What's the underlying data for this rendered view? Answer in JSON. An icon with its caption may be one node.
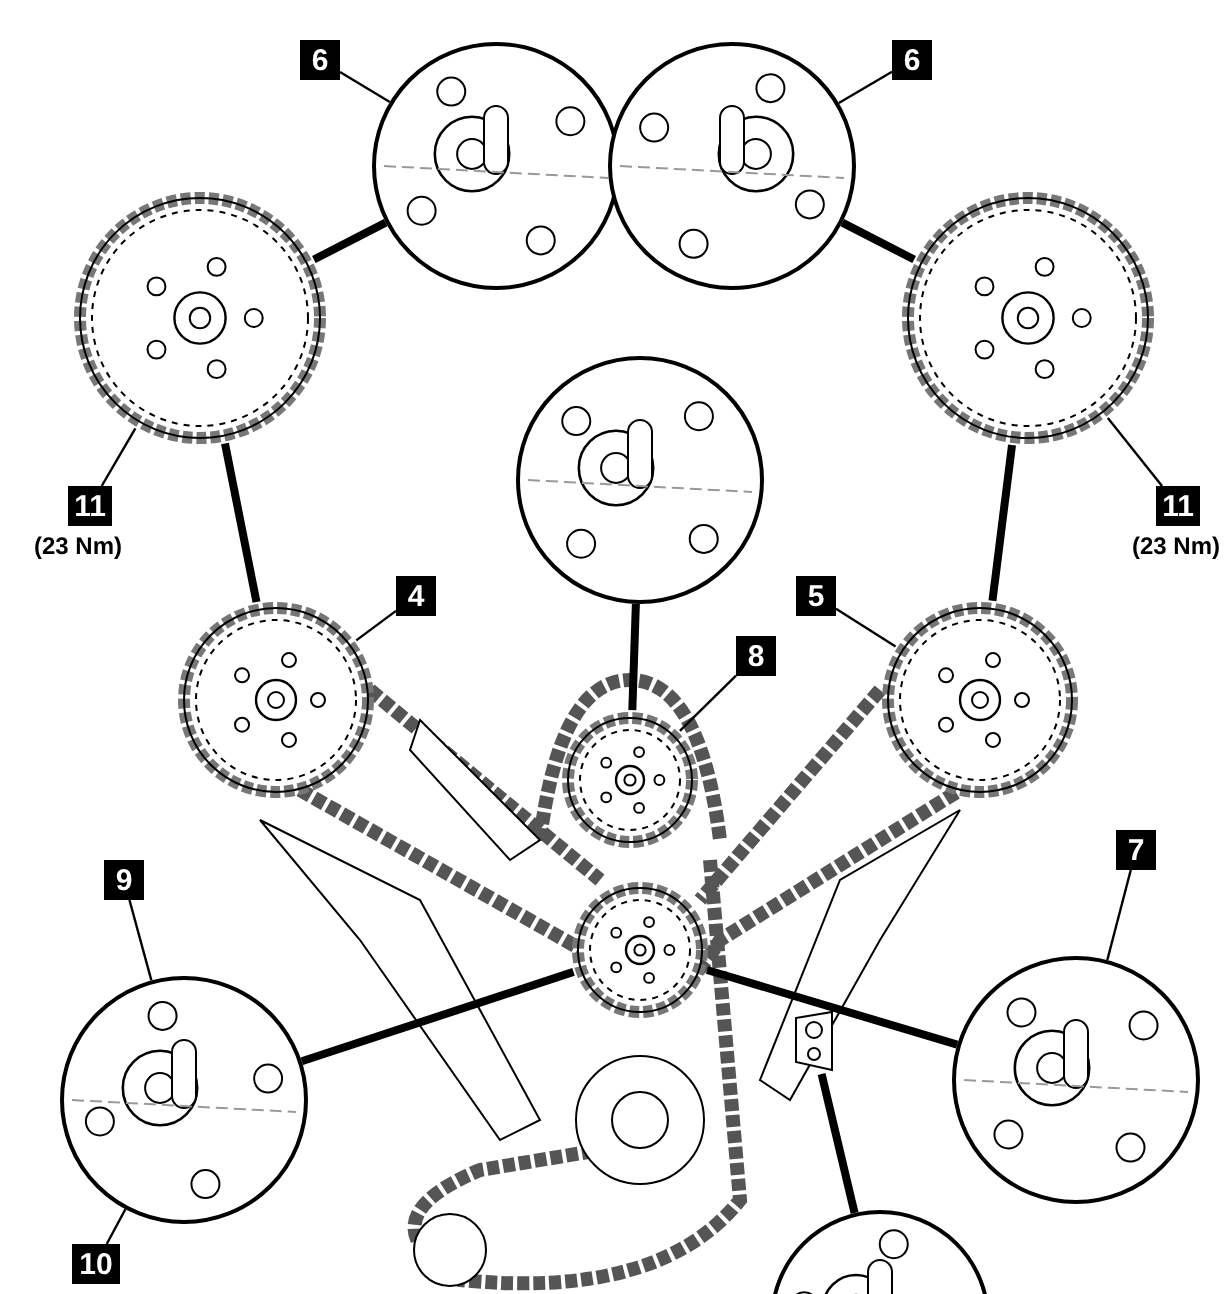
{
  "diagram": {
    "nodes": [
      {
        "text": [
          "6"
        ]
      },
      {
        "text": [
          "6"
        ]
      },
      {
        "text": [],
        "shape": "picture"
      },
      {
        "text": [],
        "shape": "picture"
      },
      {
        "text": [],
        "shape": "picture"
      },
      {
        "text": [],
        "shape": "picture"
      },
      {
        "text": [
          "11"
        ],
        "beside": [
          "(23 Nm)"
        ]
      },
      {
        "text": [
          "11"
        ],
        "beside": [
          "(23 Nm)"
        ]
      },
      {
        "text": [],
        "shape": "picture"
      },
      {
        "text": [
          "4"
        ]
      },
      {
        "text": [
          "5"
        ]
      },
      {
        "text": [],
        "shape": "picture"
      },
      {
        "text": [],
        "shape": "picture"
      },
      {
        "text": [
          "8"
        ]
      },
      {
        "text": [],
        "shape": "picture"
      },
      {
        "text": [
          "7"
        ]
      },
      {
        "text": [],
        "shape": "picture"
      },
      {
        "text": [
          "9"
        ]
      },
      {
        "text": [],
        "shape": "picture"
      },
      {
        "text": [
          "10"
        ]
      },
      {
        "text": [],
        "shape": "picture"
      },
      {
        "text": [],
        "shape": "picture"
      },
      {
        "text": [],
        "shape": "picture"
      }
    ],
    "edges": [
      {
        "from": 0,
        "to": 2,
        "arrow": "none"
      },
      {
        "from": 1,
        "to": 3,
        "arrow": "none"
      },
      {
        "from": 2,
        "to": 4,
        "arrow": "none",
        "style": "thick"
      },
      {
        "from": 3,
        "to": 5,
        "arrow": "none",
        "style": "thick"
      },
      {
        "from": 6,
        "to": 4,
        "arrow": "none"
      },
      {
        "from": 7,
        "to": 5,
        "arrow": "none"
      },
      {
        "from": 4,
        "to": 11,
        "arrow": "none",
        "style": "thick"
      },
      {
        "from": 5,
        "to": 12,
        "arrow": "none",
        "style": "thick"
      },
      {
        "from": 9,
        "to": 11,
        "arrow": "none"
      },
      {
        "from": 10,
        "to": 12,
        "arrow": "none"
      },
      {
        "from": 8,
        "to": 14,
        "arrow": "none",
        "style": "thick"
      },
      {
        "from": 13,
        "to": 14,
        "arrow": "none"
      },
      {
        "from": 15,
        "to": 16,
        "arrow": "none"
      },
      {
        "from": 16,
        "to": 21,
        "arrow": "none",
        "style": "thick"
      },
      {
        "from": 17,
        "to": 18,
        "arrow": "none"
      },
      {
        "from": 18,
        "to": 21,
        "arrow": "none",
        "style": "thick"
      },
      {
        "from": 19,
        "to": 18,
        "arrow": "none"
      },
      {
        "from": 20,
        "to": 22,
        "arrow": "none",
        "style": "thick"
      }
    ]
  }
}
